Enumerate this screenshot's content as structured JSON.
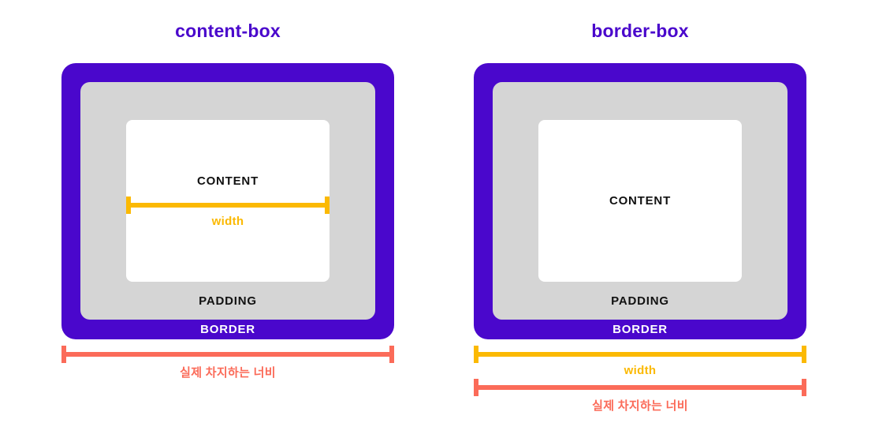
{
  "colors": {
    "purple": "#4A07CC",
    "gray": "#D5D5D5",
    "yellow": "#FBB903",
    "salmon": "#FB6B59",
    "ink": "#111111",
    "paper": "#FFFFFF"
  },
  "diagrams": [
    {
      "id": "content-box",
      "title": "content-box",
      "labels": {
        "content": "CONTENT",
        "padding": "PADDING",
        "border": "BORDER"
      },
      "inner_measure": {
        "label": "width",
        "color": "yellow"
      },
      "below_measures": [
        {
          "label": "실제 차지하는 너비",
          "color": "salmon"
        }
      ]
    },
    {
      "id": "border-box",
      "title": "border-box",
      "labels": {
        "content": "CONTENT",
        "padding": "PADDING",
        "border": "BORDER"
      },
      "below_measures": [
        {
          "label": "width",
          "color": "yellow"
        },
        {
          "label": "실제 차지하는 너비",
          "color": "salmon"
        }
      ]
    }
  ]
}
